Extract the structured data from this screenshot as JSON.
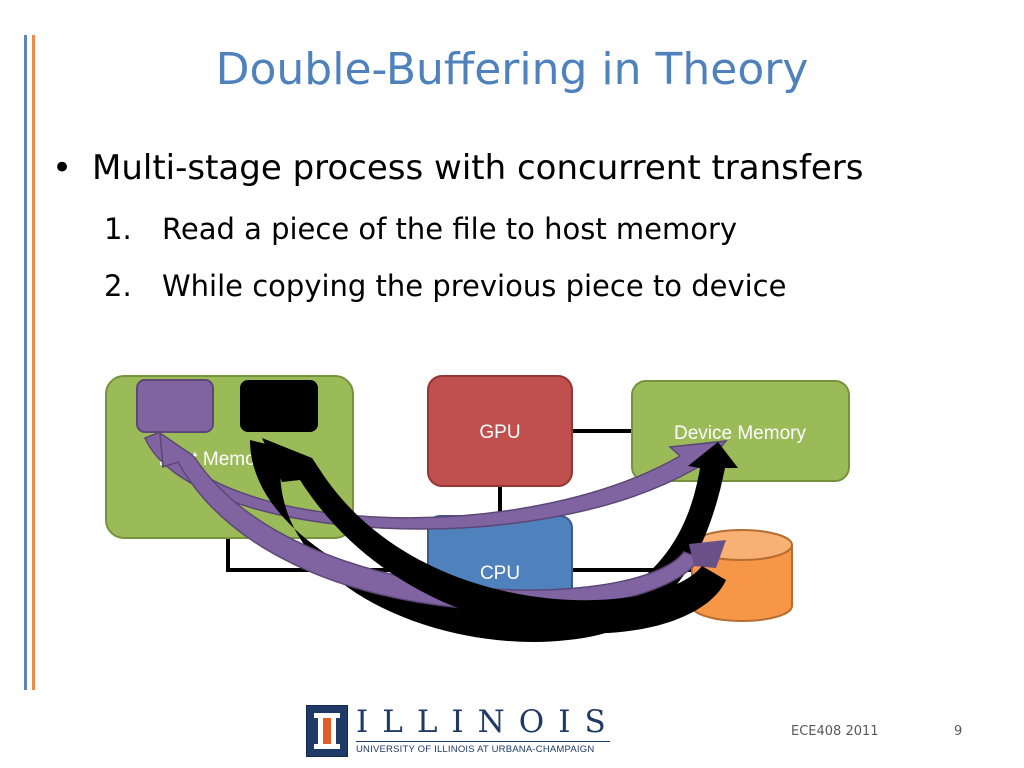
{
  "slide": {
    "title": "Double-Buffering in Theory",
    "bullet": "Multi-stage process with concurrent transfers",
    "steps": [
      {
        "number": "1.",
        "text": "Read a piece of the  file to host memory"
      },
      {
        "number": "2.",
        "text": "While copying the previous piece to device"
      }
    ]
  },
  "diagram": {
    "nodes": {
      "host_memory": {
        "label": "Host Memory",
        "color": "#9bbb59"
      },
      "gpu": {
        "label": "GPU",
        "color": "#c0504d"
      },
      "device_memory": {
        "label": "Device Memory",
        "color": "#9bbb59"
      },
      "cpu": {
        "label": "CPU",
        "color": "#4f81bd"
      },
      "disk": {
        "label": "",
        "color": "#f79646"
      }
    },
    "buffers": [
      {
        "name": "buffer-a",
        "color": "#8064a2"
      },
      {
        "name": "buffer-b",
        "color": "#000000"
      }
    ]
  },
  "footer": {
    "course": "ECE408 2011",
    "page_number": "9",
    "logo": {
      "wordmark": "ILLINOIS",
      "subtitle": "UNIVERSITY OF ILLINOIS AT URBANA-CHAMPAIGN"
    }
  }
}
